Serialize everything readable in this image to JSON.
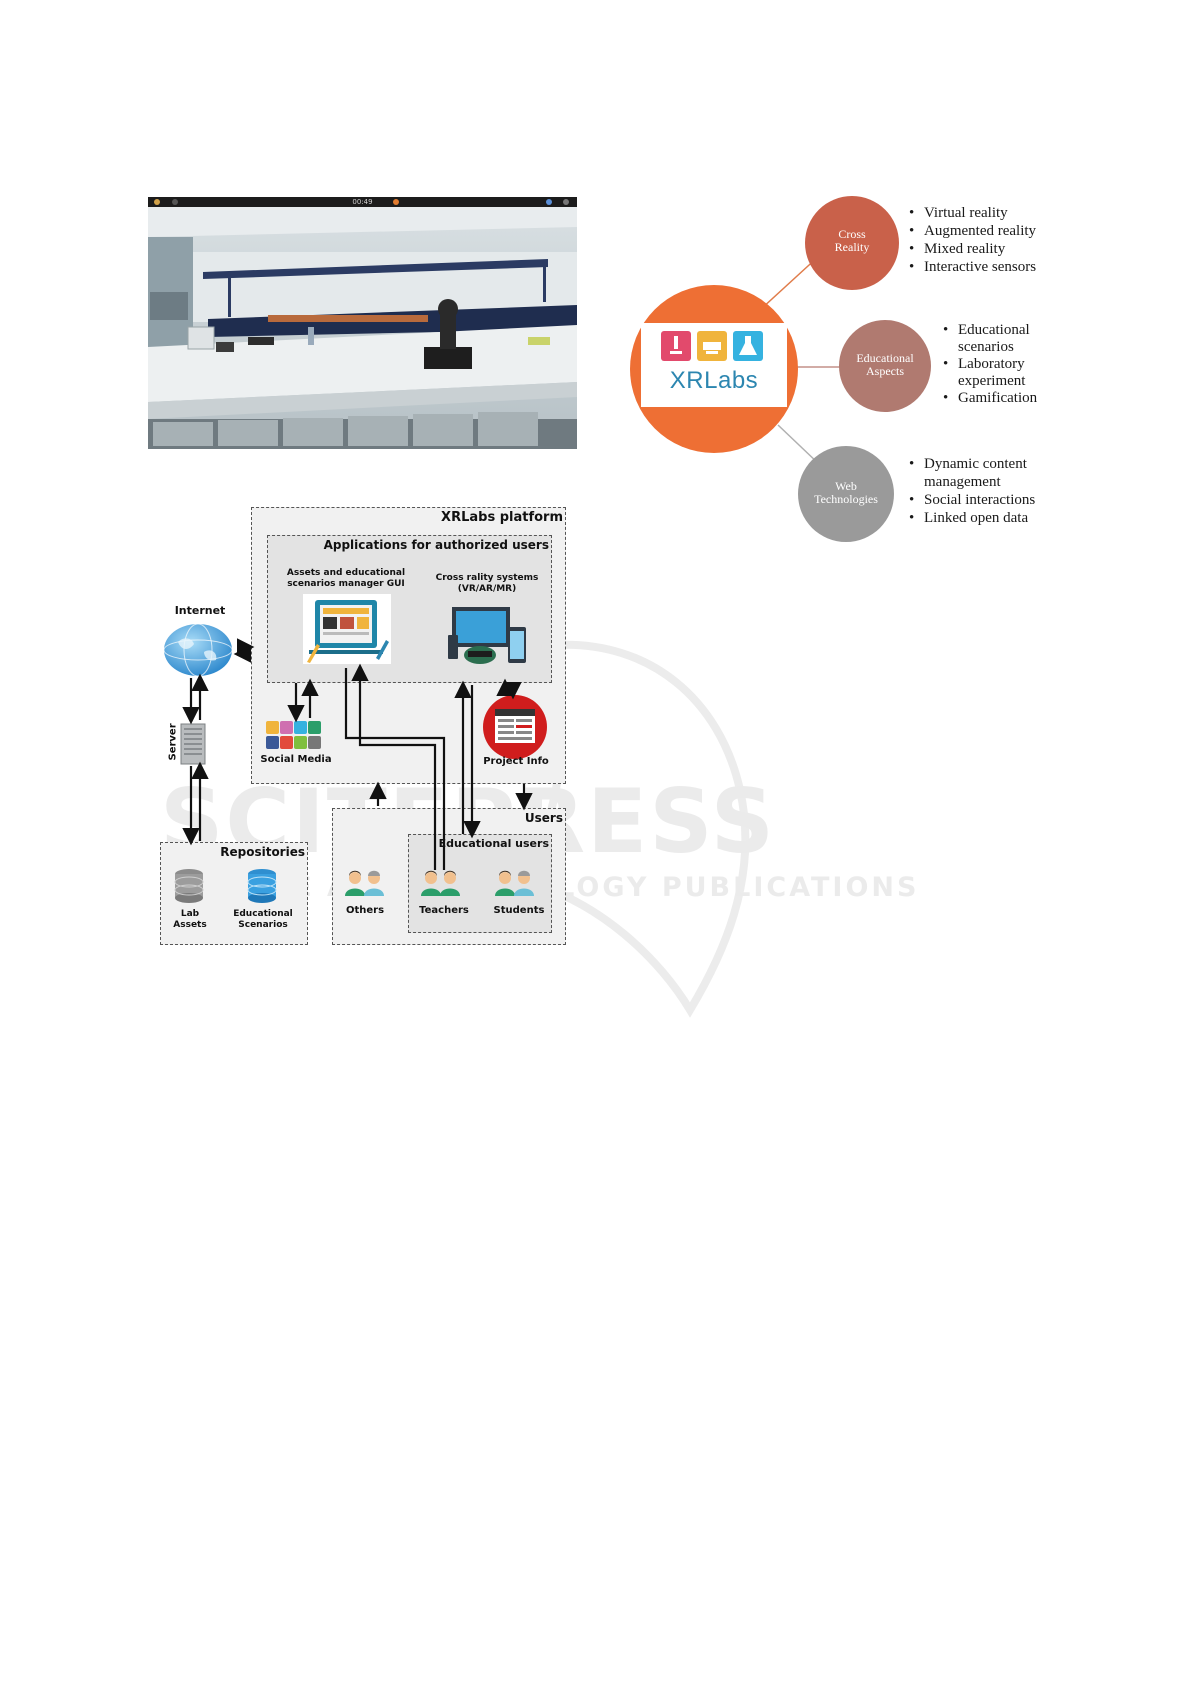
{
  "lab_screenshot": {
    "clock": "00:49"
  },
  "hub": {
    "logo_text": "XRLabs",
    "nodes": [
      {
        "title_lines": [
          "Cross",
          "Reality"
        ],
        "color": "#c9614a",
        "items": [
          "Virtual reality",
          "Augmented reality",
          "Mixed reality",
          "Interactive sensors"
        ]
      },
      {
        "title_lines": [
          "Educational",
          "Aspects"
        ],
        "color": "#b07a70",
        "items": [
          "Educational scenarios",
          "Laboratory experiment",
          "Gamification"
        ]
      },
      {
        "title_lines": [
          "Web",
          "Technologies"
        ],
        "color": "#9a9a9a",
        "items": [
          "Dynamic content management",
          "Social interactions",
          "Linked open data"
        ]
      }
    ],
    "center_color": "#ee6f34"
  },
  "architecture": {
    "platform_title": "XRLabs platform",
    "apps_title": "Applications for authorized users",
    "manager_gui": [
      "Assets and educational",
      "scenarios manager GUI"
    ],
    "xr_systems": [
      "Cross rality systems",
      "(VR/AR/MR)"
    ],
    "internet": "Internet",
    "server": "Server",
    "social_media": "Social Media",
    "project_info": "Project Info",
    "users_title": "Users",
    "educational_users_title": "Educational users",
    "others": "Others",
    "teachers": "Teachers",
    "students": "Students",
    "repositories_title": "Repositories",
    "lab_assets": [
      "Lab",
      "Assets"
    ],
    "educational_scenarios": [
      "Educational",
      "Scenarios"
    ]
  },
  "watermark": {
    "big": "SCITEPRESS",
    "small": "SCIENCE AND TECHNOLOGY PUBLICATIONS"
  }
}
